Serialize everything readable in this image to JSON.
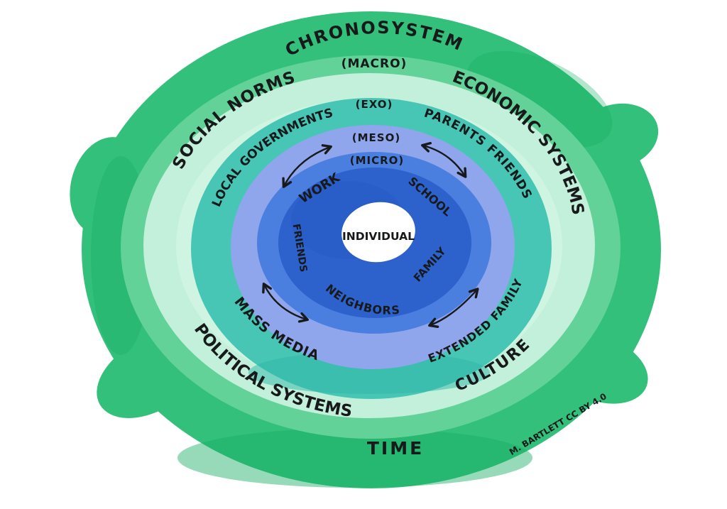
{
  "diagram": {
    "title": "Ecological systems model",
    "labels": {
      "chronosystem": "CHRONOSYSTEM",
      "macro_tag": "(MACRO)",
      "exo_tag": "(EXO)",
      "meso_tag": "(MESO)",
      "micro_tag": "(MICRO)",
      "individual": "INDIVIDUAL",
      "social_norms": "SOCIAL NORMS",
      "economic_systems": "ECONOMIC SYSTEMS",
      "political_systems": "POLITICAL SYSTEMS",
      "culture": "CULTURE",
      "local_governments": "LOCAL GOVERNMENTS",
      "parents_friends": "PARENTS FRIENDS",
      "mass_media": "MASS MEDIA",
      "extended_family": "EXTENDED FAMILY",
      "work": "WORK",
      "school": "SCHOOL",
      "friends": "FRIENDS",
      "family": "FAMILY",
      "neighbors": "NEIGHBORS",
      "time": "TIME",
      "attribution": "M. BARTLETT CC BY 4.0"
    },
    "colors": {
      "chrono_green": "#33c07a",
      "chrono_green_dark": "#17ad64",
      "macro_band_green": "#63d298",
      "macro_mint": "#c3f0da",
      "macro_mint_pale": "#dff8ec",
      "exo_teal": "#47c6b5",
      "exo_teal_deep": "#2fb5a8",
      "meso_periwinkle": "#8fa6ec",
      "micro_blue": "#4a7edf",
      "micro_core_blue": "#2d62cd",
      "micro_core_deep": "#2558c4",
      "center_white": "#ffffff",
      "ink": "#17191b"
    }
  }
}
